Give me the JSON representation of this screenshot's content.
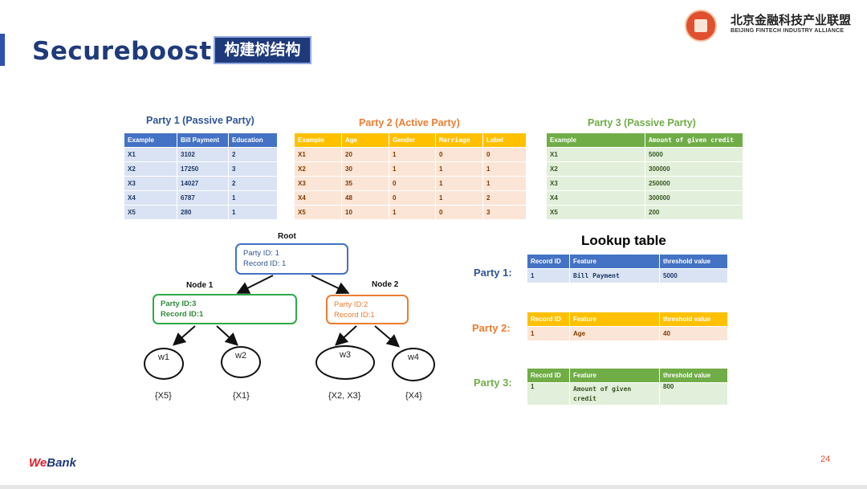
{
  "header": {
    "title": "Secureboost",
    "badge": "构建树结构",
    "org_cn": "北京金融科技产业联盟",
    "org_en": "BEIJING FINTECH INDUSTRY ALLIANCE"
  },
  "party1": {
    "title": "Party 1 (Passive Party)",
    "headers": [
      "Example",
      "Bill Payment",
      "Education"
    ],
    "rows": [
      [
        "X1",
        "3102",
        "2"
      ],
      [
        "X2",
        "17250",
        "3"
      ],
      [
        "X3",
        "14027",
        "2"
      ],
      [
        "X4",
        "6787",
        "1"
      ],
      [
        "X5",
        "280",
        "1"
      ]
    ]
  },
  "party2": {
    "title": "Party 2 (Active Party)",
    "headers": [
      "Example",
      "Age",
      "Gender",
      "Marriage",
      "Label"
    ],
    "rows": [
      [
        "X1",
        "20",
        "1",
        "0",
        "0"
      ],
      [
        "X2",
        "30",
        "1",
        "1",
        "1"
      ],
      [
        "X3",
        "35",
        "0",
        "1",
        "1"
      ],
      [
        "X4",
        "48",
        "0",
        "1",
        "2"
      ],
      [
        "X5",
        "10",
        "1",
        "0",
        "3"
      ]
    ]
  },
  "party3": {
    "title": "Party 3 (Passive Party)",
    "headers": [
      "Example",
      "Amount of given credit"
    ],
    "rows": [
      [
        "X1",
        "5000"
      ],
      [
        "X2",
        "300000"
      ],
      [
        "X3",
        "250000"
      ],
      [
        "X4",
        "300000"
      ],
      [
        "X5",
        "200"
      ]
    ]
  },
  "tree": {
    "root_label": "Root",
    "root_party": "Party ID: 1",
    "root_record": "Record ID: 1",
    "node1_label": "Node 1",
    "node1_party": "Party ID:3",
    "node1_record": "Record ID:1",
    "node2_label": "Node 2",
    "node2_party": "Party ID:2",
    "node2_record": "Record ID:1",
    "leaves": [
      {
        "name": "w1",
        "set": "{X5}"
      },
      {
        "name": "w2",
        "set": "{X1}"
      },
      {
        "name": "w3",
        "set": "{X2, X3}"
      },
      {
        "name": "w4",
        "set": "{X4}"
      }
    ]
  },
  "lookup": {
    "title": "Lookup table",
    "headers": [
      "Record ID",
      "Feature",
      "threshold value"
    ],
    "party1": {
      "label": "Party 1:",
      "record": "1",
      "feature": "Bill Payment",
      "threshold": "5000"
    },
    "party2": {
      "label": "Party 2:",
      "record": "1",
      "feature": "Age",
      "threshold": "40"
    },
    "party3": {
      "label": "Party 3:",
      "record": "1",
      "feature": "Amount of given credit",
      "threshold": "800"
    }
  },
  "footer": {
    "logo_we": "We",
    "logo_bank": "Bank",
    "page": "24"
  },
  "colors": {
    "blue": "#4472c4",
    "orange": "#ffc000",
    "green": "#70ad47",
    "title": "#1f3a7a"
  }
}
